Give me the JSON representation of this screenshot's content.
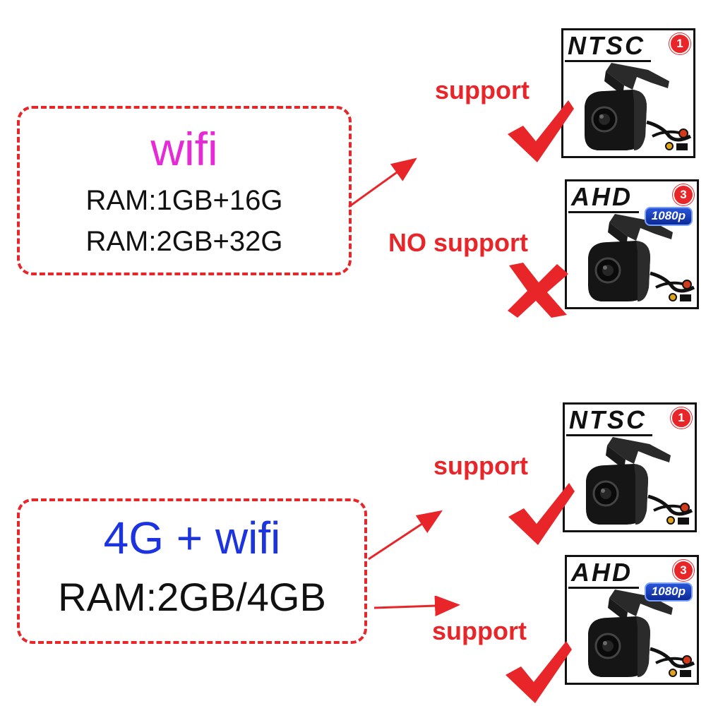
{
  "top_section": {
    "box": {
      "title": "wifi",
      "lines": [
        "RAM:1GB+16G",
        "RAM:2GB+32G"
      ]
    },
    "ntsc": {
      "label": "support",
      "card_title": "NTSC",
      "card_number": "1",
      "status": "supported"
    },
    "ahd": {
      "label": "NO  support",
      "card_title": "AHD",
      "card_number": "3",
      "badge": "1080p",
      "status": "not-supported"
    }
  },
  "bottom_section": {
    "box": {
      "title": "4G + wifi",
      "lines": [
        "RAM:2GB/4GB"
      ]
    },
    "ntsc": {
      "label": "support",
      "card_title": "NTSC",
      "card_number": "1",
      "status": "supported"
    },
    "ahd": {
      "label": "support",
      "card_title": "AHD",
      "card_number": "3",
      "badge": "1080p",
      "status": "supported"
    }
  },
  "colors": {
    "accent_red": "#e8262a",
    "wifi_magenta": "#e62ad6",
    "fourg_blue": "#1b34e0",
    "text_dark": "#111111"
  },
  "icons": {
    "supported": "check-mark-icon",
    "not_supported": "x-mark-icon",
    "arrow": "arrow-right-icon"
  }
}
